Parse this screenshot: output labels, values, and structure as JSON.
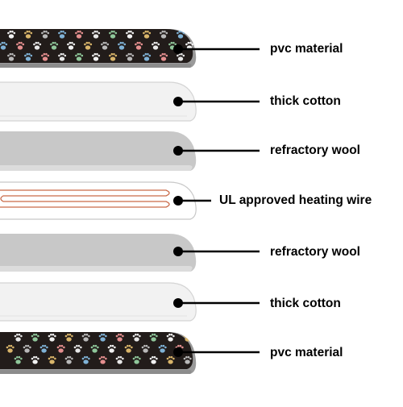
{
  "layers": [
    {
      "label": "pvc material",
      "material": "pvc",
      "colors": {
        "fill": "#221c1a",
        "edge": "#9a9a9a"
      }
    },
    {
      "label": "thick cotton",
      "material": "cotton",
      "colors": {
        "fill": "#f2f2f2",
        "edge": "#d4d4d4"
      }
    },
    {
      "label": "refractory wool",
      "material": "wool",
      "colors": {
        "fill": "#c8c8c8",
        "edge": "#b2b2b2"
      }
    },
    {
      "label": "UL approved heating wire",
      "material": "wire",
      "colors": {
        "fill": "#ffffff",
        "edge": "#c8c8c8",
        "wire": "#c96a48"
      }
    },
    {
      "label": "refractory wool",
      "material": "wool",
      "colors": {
        "fill": "#c8c8c8",
        "edge": "#b2b2b2"
      }
    },
    {
      "label": "thick cotton",
      "material": "cotton",
      "colors": {
        "fill": "#f2f2f2",
        "edge": "#d4d4d4"
      }
    },
    {
      "label": "pvc material",
      "material": "pvc",
      "colors": {
        "fill": "#221c1a",
        "edge": "#9a9a9a"
      }
    }
  ],
  "paw_colors": [
    "#f2f2f2",
    "#e8e8e8",
    "#7fb2d6",
    "#d9b56a",
    "#8fc79a",
    "#e58f8f",
    "#b9b9b9"
  ]
}
